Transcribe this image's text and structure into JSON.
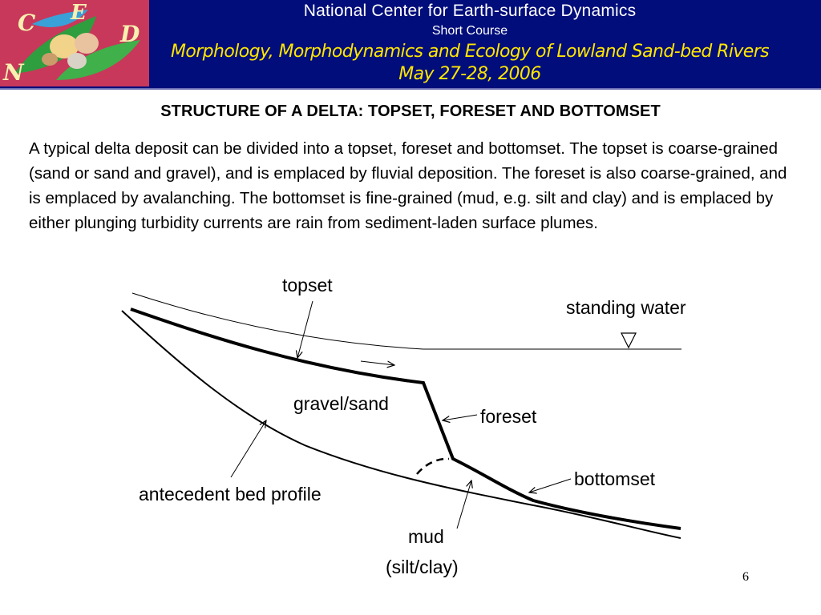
{
  "header": {
    "logo_letters": [
      "C",
      "E",
      "D",
      "N"
    ],
    "organization": "National Center for Earth-surface Dynamics",
    "subtitle": "Short Course",
    "course_title": "Morphology, Morphodynamics and Ecology of Lowland Sand-bed Rivers",
    "dates": "May 27-28, 2006"
  },
  "slide": {
    "title": "STRUCTURE OF A DELTA: TOPSET, FORESET AND BOTTOMSET",
    "body": "A typical delta deposit can be divided into a topset, foreset and bottomset.  The topset is coarse-grained (sand or sand and gravel), and is emplaced by fluvial deposition.  The foreset is also coarse-grained, and is emplaced by avalanching.  The bottomset is fine-grained (mud, e.g. silt and clay) and is emplaced by either plunging turbidity currents are rain from sediment-laden surface plumes.",
    "page_number": "6"
  },
  "diagram": {
    "labels": {
      "topset": "topset",
      "standing_water": "standing water",
      "gravel_sand": "gravel/sand",
      "foreset": "foreset",
      "bottomset": "bottomset",
      "antecedent": "antecedent bed profile",
      "mud": "mud",
      "silt_clay": "(silt/clay)"
    },
    "icons": {
      "water_level": "inverted-triangle-icon"
    }
  }
}
